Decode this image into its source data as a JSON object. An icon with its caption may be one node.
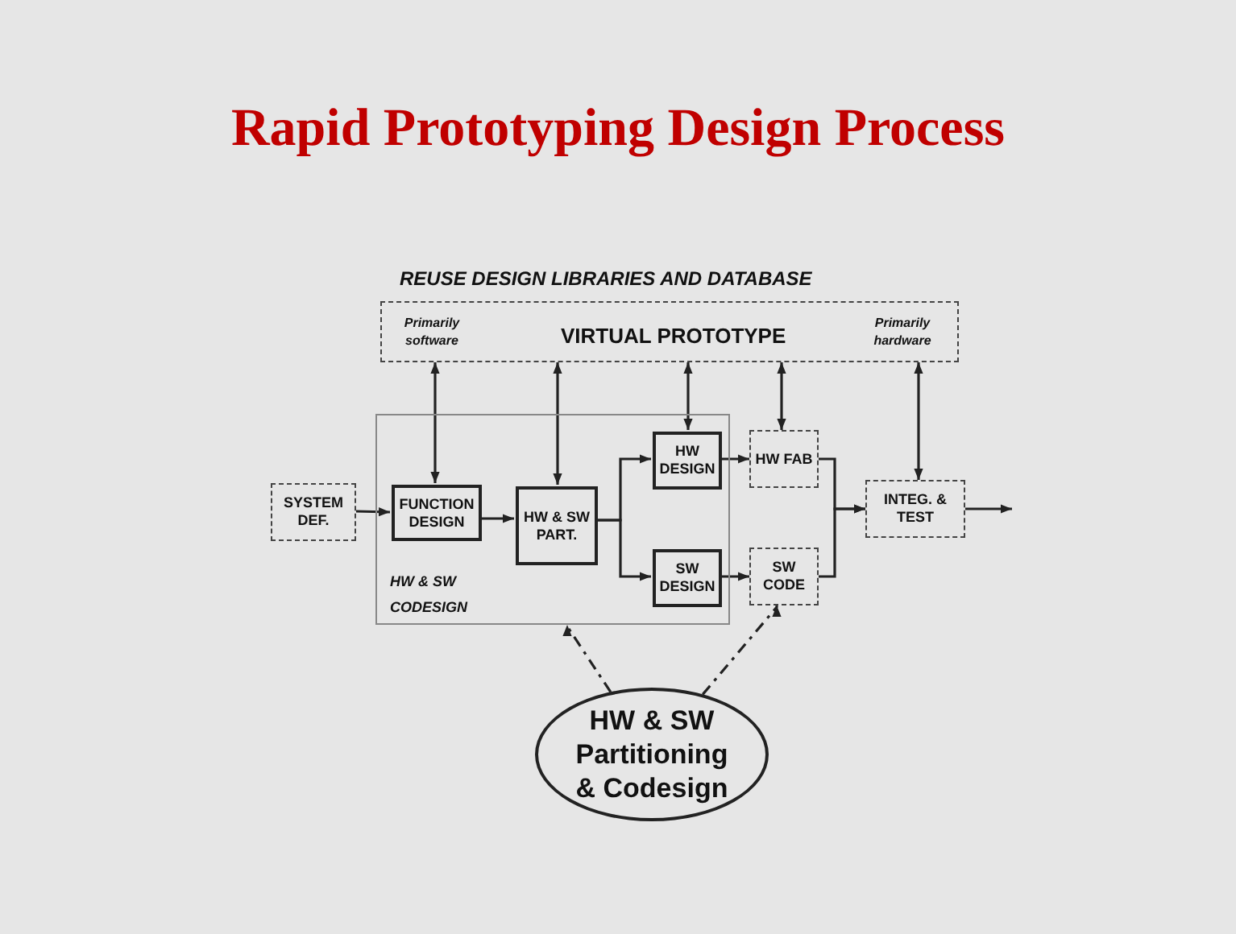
{
  "diagram": {
    "title": "Rapid Prototyping Design Process",
    "nodes": [
      {
        "text": [
          "REUSE DESIGN LIBRARIES AND DATABASE",
          "Primarily software",
          "VIRTUAL PROTOTYPE",
          "Primarily hardware"
        ]
      },
      {
        "text": [
          "SYSTEM DEF."
        ]
      },
      {
        "text": [
          "HW & SW CODESIGN"
        ]
      },
      {
        "text": [
          "FUNCTION DESIGN"
        ],
        "in": 2
      },
      {
        "text": [
          "HW & SW PART."
        ],
        "in": 2
      },
      {
        "text": [
          "HW DESIGN"
        ],
        "in": 2
      },
      {
        "text": [
          "SW DESIGN"
        ],
        "in": 2
      },
      {
        "text": [
          "HW FAB"
        ]
      },
      {
        "text": [
          "SW CODE"
        ]
      },
      {
        "text": [
          "INTEG. & TEST"
        ]
      },
      {
        "text": [
          "HW & SW Partitioning & Codesign"
        ]
      }
    ],
    "edges": [
      {
        "from": 1,
        "to": 3,
        "arrow": "to"
      },
      {
        "from": 3,
        "to": 4,
        "arrow": "to"
      },
      {
        "from": 4,
        "to": 5,
        "arrow": "to"
      },
      {
        "from": 4,
        "to": 6,
        "arrow": "to"
      },
      {
        "from": 5,
        "to": 7,
        "arrow": "to"
      },
      {
        "from": 6,
        "to": 8,
        "arrow": "to"
      },
      {
        "from": 7,
        "to": 9,
        "arrow": "to"
      },
      {
        "from": 8,
        "to": 9,
        "arrow": "to"
      },
      {
        "from": 9,
        "to": null,
        "arrow": "to"
      },
      {
        "from": 0,
        "to": 3,
        "arrow": "both"
      },
      {
        "from": 0,
        "to": 4,
        "arrow": "both"
      },
      {
        "from": 0,
        "to": 5,
        "arrow": "both"
      },
      {
        "from": 0,
        "to": 7,
        "arrow": "both"
      },
      {
        "from": 0,
        "to": 9,
        "arrow": "both"
      },
      {
        "from": 10,
        "to": 2,
        "arrow": "to",
        "style": "dashed"
      },
      {
        "from": 10,
        "to": 8,
        "arrow": "to",
        "style": "dashed"
      }
    ]
  }
}
